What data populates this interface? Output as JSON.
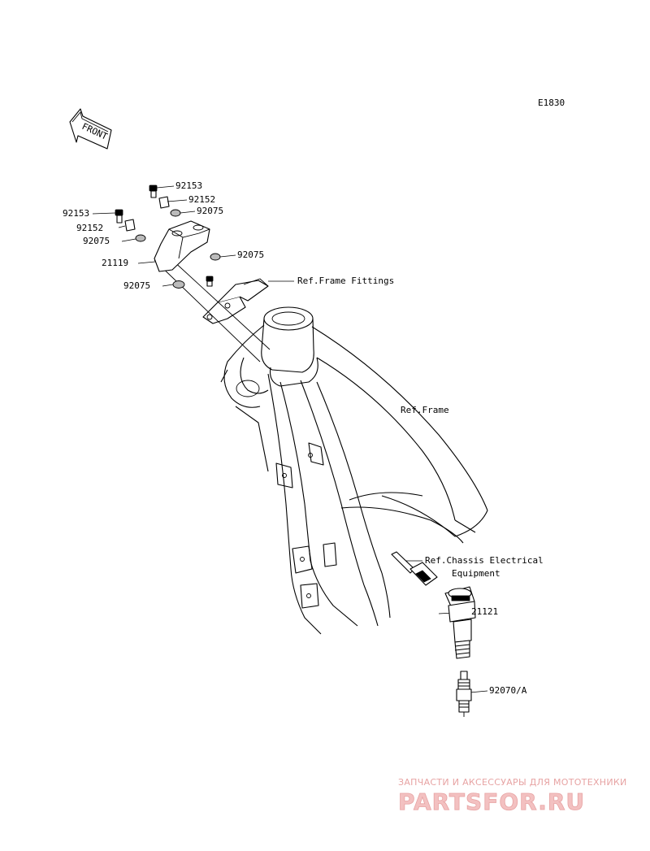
{
  "diagram_code": "E1830",
  "front_label": "FRONT",
  "refs": {
    "frame_fittings": "Ref.Frame Fittings",
    "frame": "Ref.Frame",
    "chassis_line1": "Ref.Chassis Electrical",
    "chassis_line2": "Equipment"
  },
  "parts": {
    "bolt_right": "92153",
    "collar_right": "92152",
    "damper_right_top": "92075",
    "bolt_left": "92153",
    "collar_left": "92152",
    "damper_left_top": "92075",
    "bracket": "21119",
    "damper_right_mid": "92075",
    "damper_left_low": "92075",
    "ignition_coil": "21121",
    "spark_plug": "92070/A"
  },
  "watermark": {
    "tagline": "ЗАПЧАСТИ И АКСЕССУАРЫ ДЛЯ МОТОТЕХНИКИ",
    "logo": "PARTSFOR.RU"
  }
}
